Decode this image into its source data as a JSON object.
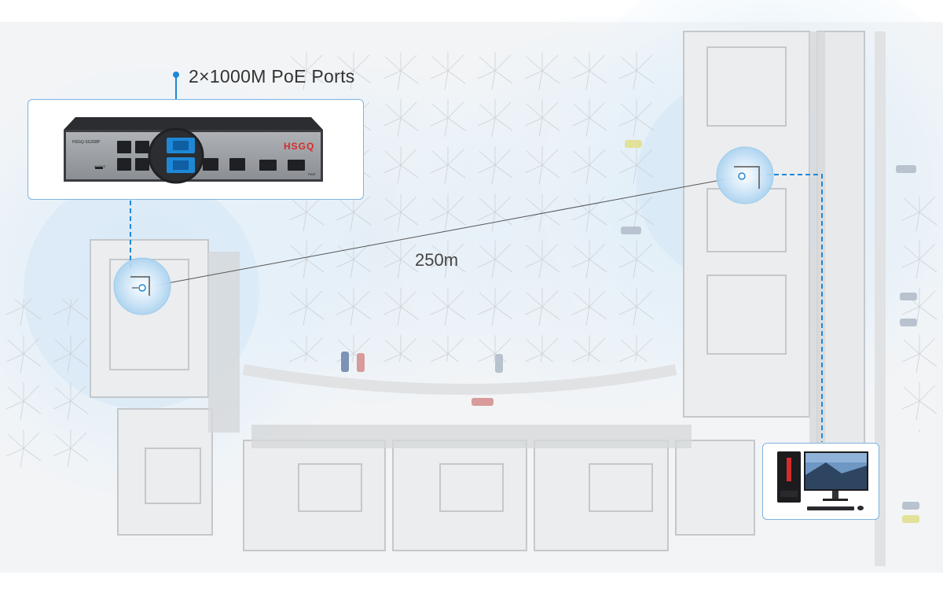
{
  "callout": {
    "label": "2×1000M PoE Ports"
  },
  "distance": {
    "label": "250m"
  },
  "switch": {
    "brand": "HSGQ",
    "model": "HSGQ-SG208P",
    "led_label": "PWR",
    "sub_label": "ACTIVE"
  },
  "colors": {
    "accent": "#1e88d6",
    "coverage": "#cfe4f5",
    "line": "#1e88d6",
    "switch_body": "#2b2d31",
    "brand_red": "#d62b2b"
  },
  "icons": {
    "access_point": "ceiling-ap-icon",
    "computer": "desktop-computer-icon",
    "switch": "poe-switch-icon"
  }
}
